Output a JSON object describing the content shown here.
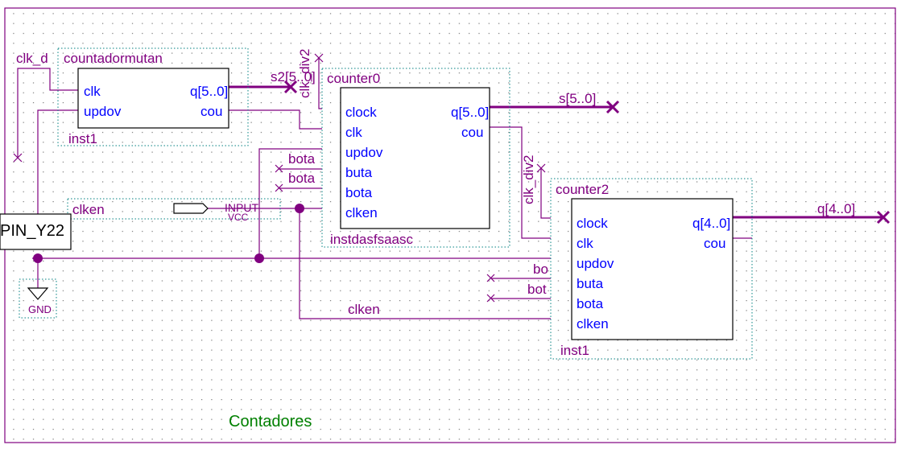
{
  "title": "Contadores",
  "colors": {
    "wire": "#800080",
    "port_text": "#0000ff",
    "title_text": "#008000",
    "group_border": "#008080",
    "grid_dot": "#666666"
  },
  "blocks": {
    "countadormutan": {
      "name": "countadormutan",
      "instance": "inst1",
      "inputs": [
        "clk",
        "updov"
      ],
      "outputs": [
        "q[5..0]",
        "cou"
      ]
    },
    "counter0": {
      "name": "counter0",
      "instance": "instdasfsaasc",
      "inputs": [
        "clock",
        "clk",
        "updov",
        "buta",
        "bota",
        "clken"
      ],
      "outputs": [
        "q[5..0]",
        "cou"
      ]
    },
    "counter2": {
      "name": "counter2",
      "instance": "inst1",
      "inputs": [
        "clock",
        "clk",
        "updov",
        "buta",
        "bota",
        "clken"
      ],
      "outputs": [
        "q[4..0]",
        "cou"
      ]
    }
  },
  "nets": {
    "clk_d": "clk_d",
    "s2": "s2[5..0]",
    "clk_div2_a": "clk_div2",
    "s_out": "s[5..0]",
    "bota_1": "bota",
    "bota_2": "bota",
    "clk_div2_b": "clk_div2",
    "bo_1": "bo",
    "bot_2": "bot",
    "clken_mid": "clken",
    "q_out": "q[4..0]"
  },
  "pins": {
    "clken_label": "clken",
    "input_label": "INPUT",
    "vcc_label": "VCC",
    "pin_name": "PIN_Y22",
    "gnd_label": "GND"
  }
}
